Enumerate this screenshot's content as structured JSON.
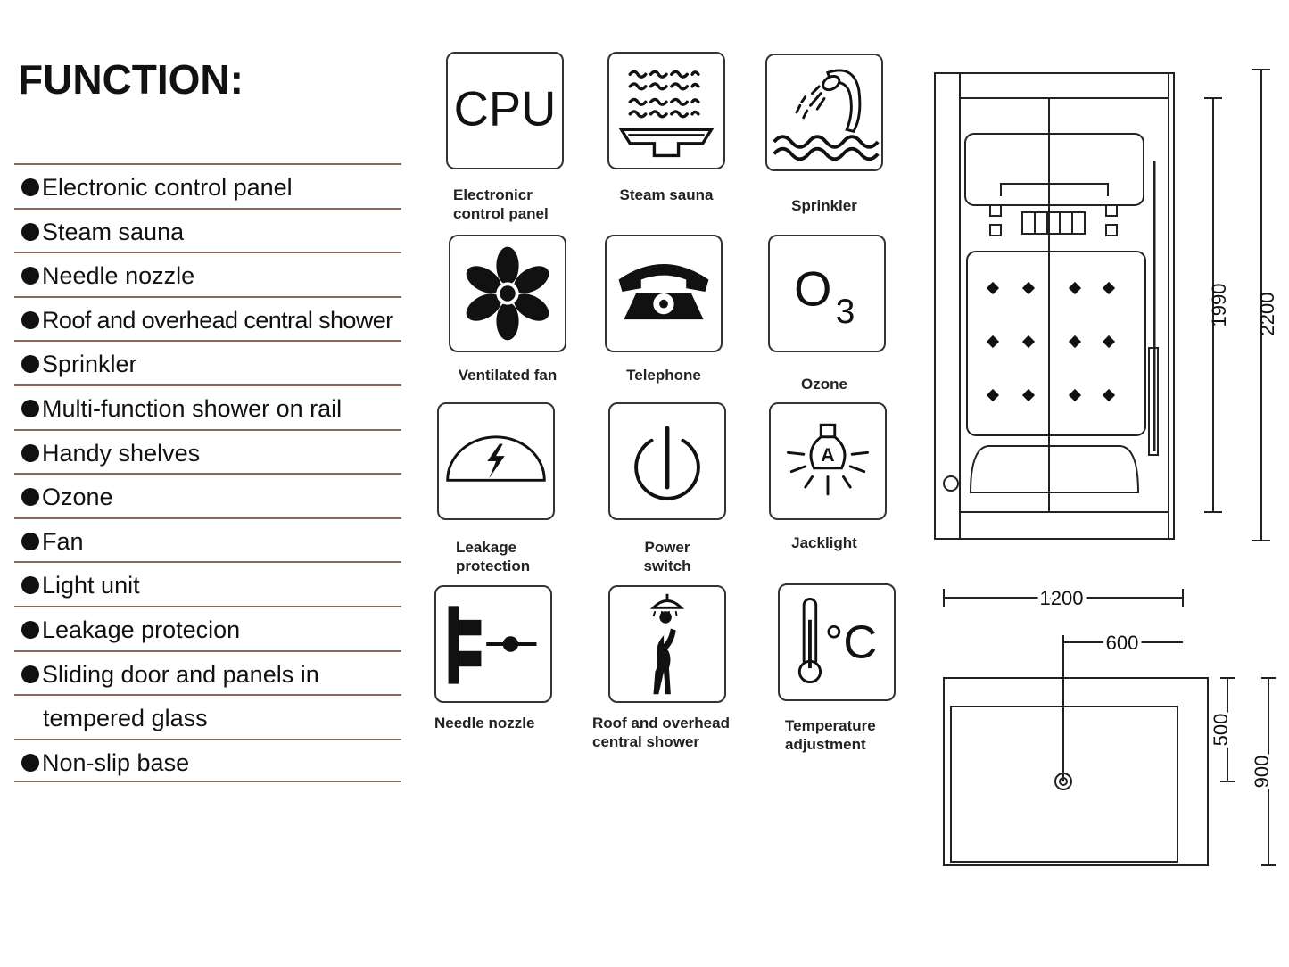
{
  "heading": "FUNCTION:",
  "functions": [
    "Electronic control panel",
    "Steam sauna",
    "Needle nozzle",
    "Roof and overhead central shower",
    "Sprinkler",
    "Multi-function shower on rail",
    "Handy shelves",
    "Ozone",
    "Fan",
    "Light unit",
    "Leakage protecion",
    "Sliding door and panels in",
    "tempered glass",
    "Non-slip base"
  ],
  "icons": {
    "cpu": {
      "caption1": "Electronicr",
      "caption2": "control panel",
      "glyph": "CPU",
      "icon": "cpu-icon"
    },
    "steam": {
      "caption": "Steam sauna",
      "icon": "steam-icon"
    },
    "sprinkler": {
      "caption": "Sprinkler",
      "icon": "sprinkler-icon"
    },
    "fan": {
      "caption": "Ventilated fan",
      "icon": "fan-icon"
    },
    "telephone": {
      "caption": "Telephone",
      "icon": "telephone-icon"
    },
    "ozone": {
      "caption": "Ozone",
      "glyph": "O",
      "sub": "3",
      "icon": "ozone-icon"
    },
    "leakage": {
      "caption1": "Leakage",
      "caption2": "protection",
      "icon": "leakage-icon"
    },
    "power": {
      "caption1": "Power",
      "caption2": "switch",
      "icon": "power-icon"
    },
    "jacklight": {
      "caption": "Jacklight",
      "glyph": "A",
      "icon": "bulb-icon"
    },
    "needle": {
      "caption": "Needle nozzle",
      "icon": "nozzle-icon"
    },
    "roof": {
      "caption1": "Roof and overhead",
      "caption2": "central shower",
      "icon": "shower-person-icon"
    },
    "temp": {
      "caption1": "Temperature",
      "caption2": "adjustment",
      "glyph": "°C",
      "icon": "thermometer-icon"
    }
  },
  "dimensions": {
    "height_inner": "1990",
    "height_total": "2200",
    "width_total": "1200",
    "width_half": "600",
    "depth_half": "500",
    "depth_total": "900"
  }
}
